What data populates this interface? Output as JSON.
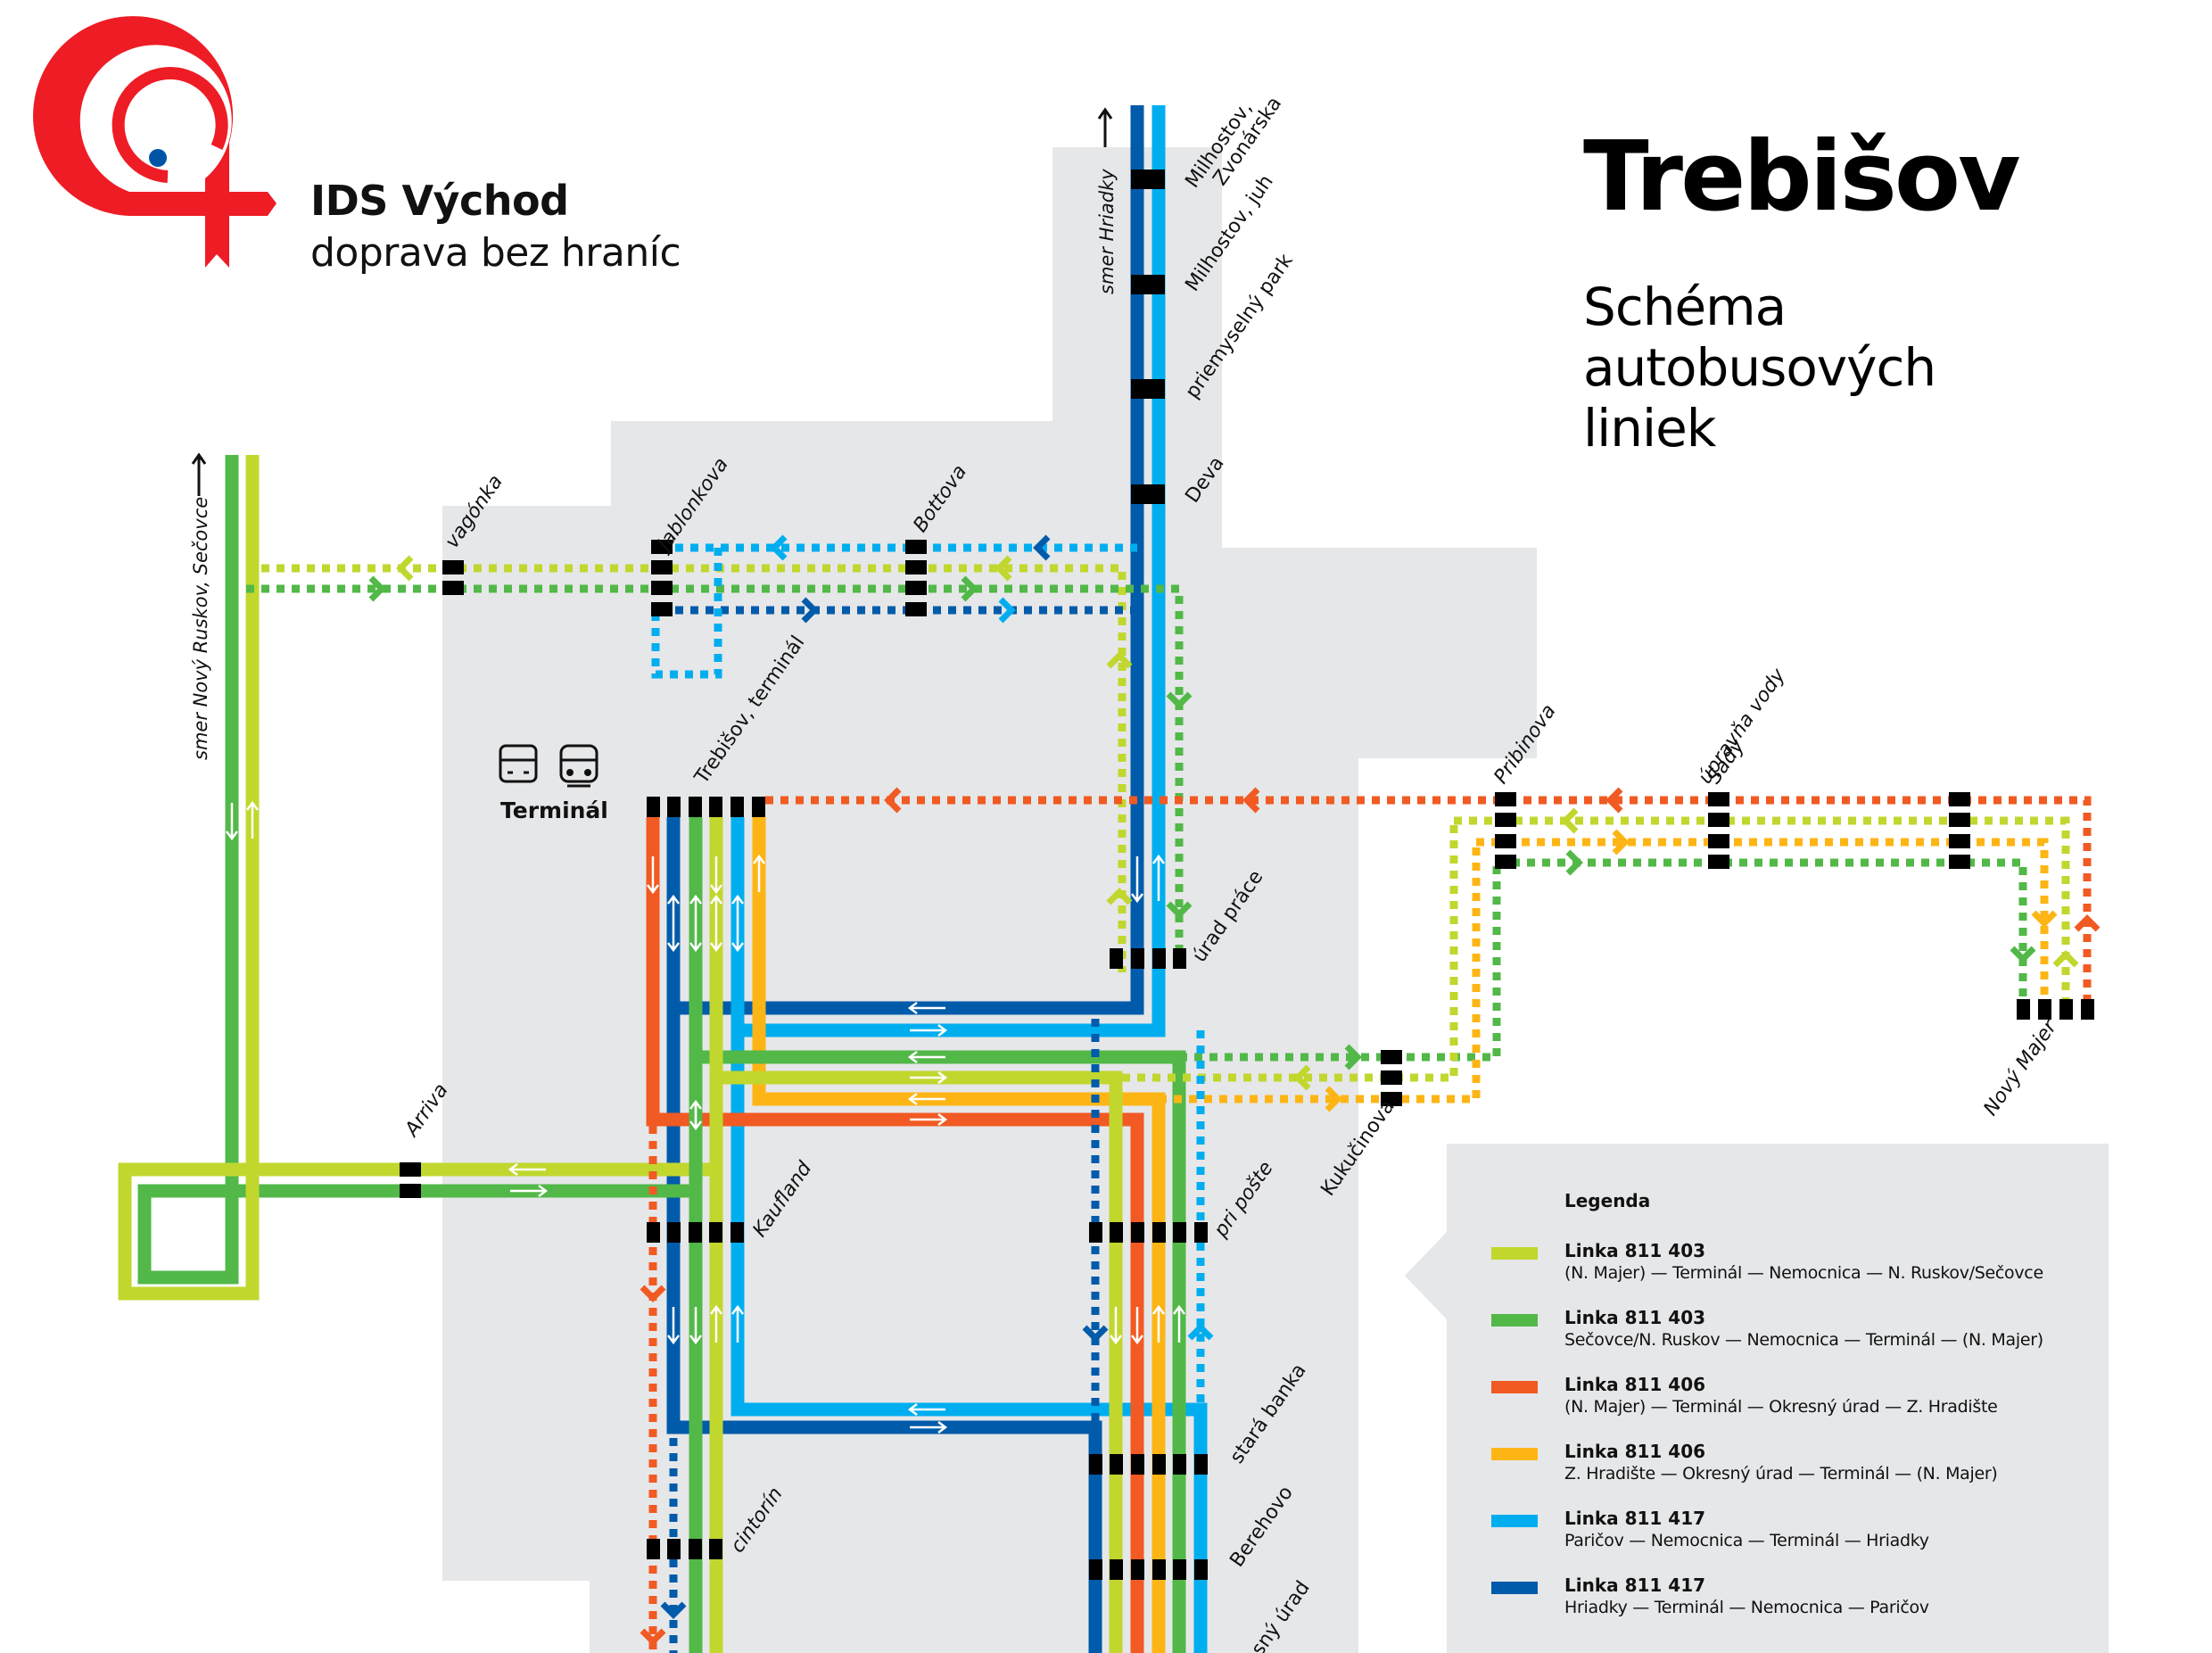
{
  "brand": {
    "name": "IDS Východ",
    "tagline": "doprava bez hraníc"
  },
  "title": {
    "city": "Trebišov",
    "subtitle_lines": [
      "Schéma",
      "autobusových",
      "liniek"
    ]
  },
  "colors": {
    "lime": "#c1d72e",
    "green": "#52b848",
    "orange": "#f15a22",
    "yellow": "#fdb515",
    "light_blue": "#00aeef",
    "dark_blue": "#005baa",
    "background_area": "#e6e7e9",
    "stop": "#000000",
    "logo_red": "#ee1c25",
    "logo_blue": "#0054a6"
  },
  "directions": {
    "hriadky": "smer Hriadky",
    "ruskov": "smer Nový Ruskov, Sečovce"
  },
  "terminal": {
    "label": "Terminál",
    "icons": [
      "bus-icon",
      "train-icon"
    ]
  },
  "stops": {
    "milhostov_zvonarska_1": "Milhostov,",
    "milhostov_zvonarska_2": "Zvonárska",
    "milhostov_juh": "Milhostov, juh",
    "priemyselny_park": "priemyselný park",
    "deva": "Deva",
    "vagonka": "vagónka",
    "jablonkova": "Jablonkova",
    "bottova": "Bottova",
    "trebisov_terminal": "Trebišov, terminál",
    "urad_prace": "úrad práce",
    "pribinova": "Pribinova",
    "sady": "Sady",
    "upravna_vody": "úpravňa vody",
    "novy_majer": "Nový Majer",
    "kukucinova": "Kukučinova",
    "arriva": "Arriva",
    "kaufland": "Kaufland",
    "pri_poste": "pri pošte",
    "stara_banka": "stará banka",
    "cintorin": "cintorín",
    "berehovo": "Berehovo",
    "okresny_urad": "Okresný úrad"
  },
  "legend": {
    "title": "Legenda",
    "items": [
      {
        "line": "Linka 811 403",
        "route": "(N. Majer) — Terminál — Nemocnica — N. Ruskov/Sečovce",
        "color": "#c1d72e"
      },
      {
        "line": "Linka 811 403",
        "route": "Sečovce/N. Ruskov — Nemocnica — Terminál — (N. Majer)",
        "color": "#52b848"
      },
      {
        "line": "Linka 811 406",
        "route": "(N. Majer) — Terminál — Okresný úrad — Z. Hradište",
        "color": "#f15a22"
      },
      {
        "line": "Linka 811 406",
        "route": "Z. Hradište — Okresný úrad — Terminál — (N. Majer)",
        "color": "#fdb515"
      },
      {
        "line": "Linka 811 417",
        "route": "Paričov — Nemocnica — Terminál — Hriadky",
        "color": "#00aeef"
      },
      {
        "line": "Linka 811 417",
        "route": "Hriadky — Terminál — Nemocnica — Paričov",
        "color": "#005baa"
      }
    ]
  }
}
